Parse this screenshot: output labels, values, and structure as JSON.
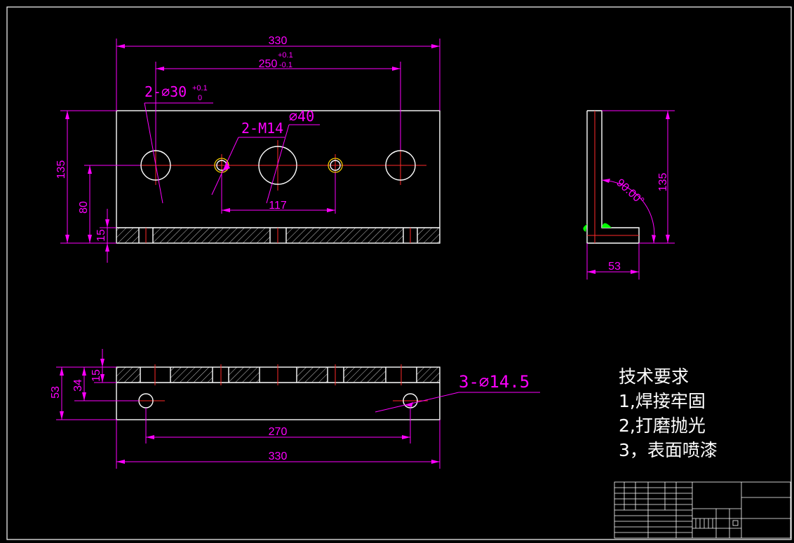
{
  "dims": {
    "front_width": "330",
    "front_inner": "250",
    "tol_plus": "+0.1",
    "tol_minus": "-0.1",
    "front_height": "135",
    "front_center": "80",
    "front_base": "15",
    "hole_spacing": "117",
    "big_hole_label": "2-⌀30",
    "big_hole_tol_upper": "+0.1",
    "big_hole_tol_lower": "0",
    "thread_label": "2-M14",
    "center_hole_label": "⌀40",
    "side_height": "135",
    "side_depth": "53",
    "angle": "90.00°",
    "bottom_depth": "53",
    "bottom_34": "34",
    "bottom_15": "15",
    "bottom_holes_label": "3-⌀14.5",
    "bottom_spacing": "270",
    "bottom_width": "330"
  },
  "notes": {
    "title": "技术要求",
    "items": [
      "1,焊接牢固",
      "2,打磨抛光",
      "3，表面喷漆"
    ]
  },
  "colors": {
    "geometry": "#ffffff",
    "dimension": "#ff00ff",
    "centerline": "#ff2a2a",
    "thread": "#ffd700",
    "weld": "#00ff00"
  }
}
